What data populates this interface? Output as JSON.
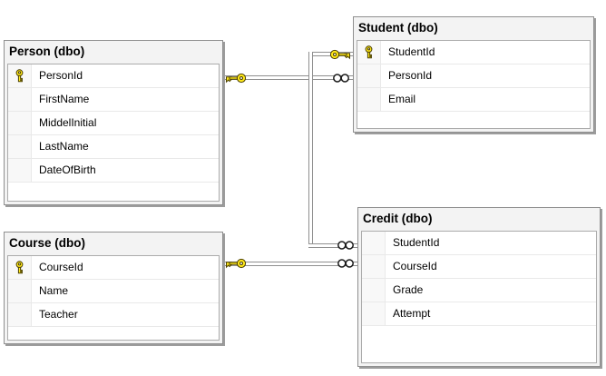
{
  "diagram_type": "database-relationship-diagram",
  "tables": [
    {
      "title": "Person (dbo)",
      "columns": [
        {
          "name": "PersonId",
          "pk": true
        },
        {
          "name": "FirstName",
          "pk": false
        },
        {
          "name": "MiddelInitial",
          "pk": false
        },
        {
          "name": "LastName",
          "pk": false
        },
        {
          "name": "DateOfBirth",
          "pk": false
        }
      ]
    },
    {
      "title": "Student (dbo)",
      "columns": [
        {
          "name": "StudentId",
          "pk": true
        },
        {
          "name": "PersonId",
          "pk": false
        },
        {
          "name": "Email",
          "pk": false
        }
      ]
    },
    {
      "title": "Course (dbo)",
      "columns": [
        {
          "name": "CourseId",
          "pk": true
        },
        {
          "name": "Name",
          "pk": false
        },
        {
          "name": "Teacher",
          "pk": false
        }
      ]
    },
    {
      "title": "Credit (dbo)",
      "columns": [
        {
          "name": "StudentId",
          "pk": false
        },
        {
          "name": "CourseId",
          "pk": false
        },
        {
          "name": "Grade",
          "pk": false
        },
        {
          "name": "Attempt",
          "pk": false
        }
      ]
    }
  ],
  "relationships": [
    {
      "one_side": "Person (dbo)",
      "many_side": "Student (dbo)",
      "one_end_icon": "key-icon",
      "many_end_icon": "infinity-icon"
    },
    {
      "one_side": "Student (dbo)",
      "many_side": "Credit (dbo)",
      "one_end_icon": "key-icon",
      "many_end_icon": "infinity-icon"
    },
    {
      "one_side": "Course (dbo)",
      "many_side": "Credit (dbo)",
      "one_end_icon": "key-icon",
      "many_end_icon": "infinity-icon"
    }
  ],
  "icons": {
    "primary_key": "key-icon",
    "one_end": "key-icon",
    "many_end": "infinity-icon"
  },
  "colors": {
    "background": "#FFFFFF",
    "key_yellow": "#FFE81A",
    "key_outline": "#4a3f00",
    "relationship_line": "#8F8F8F",
    "table_frame": "#F3F3F3",
    "table_border": "#8F8F8F",
    "table_inner_border": "#ABABAB",
    "row_divider": "#E9E9E9",
    "table_shadow": "#9C9C9C",
    "text": "#000000"
  }
}
